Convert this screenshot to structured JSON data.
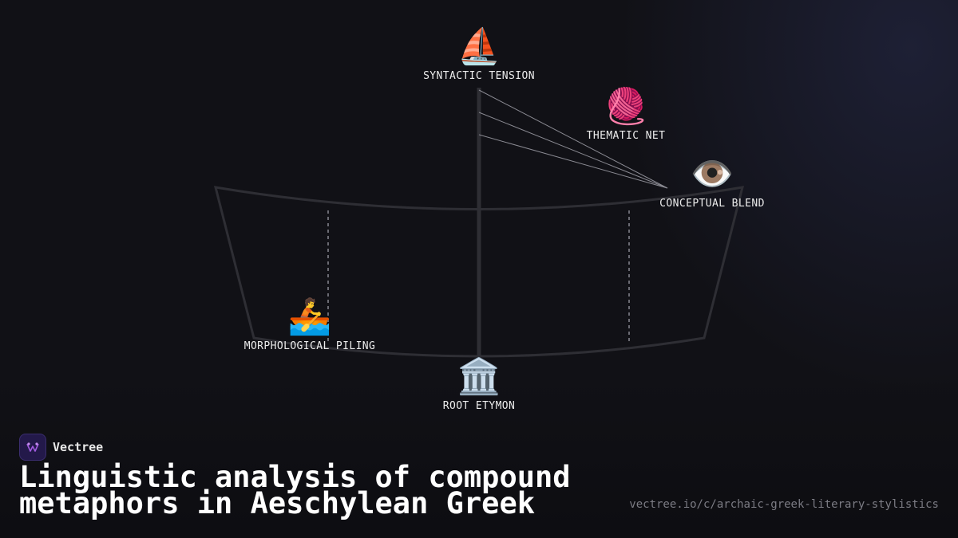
{
  "diagram": {
    "nodes": [
      {
        "id": "syntactic",
        "emoji": "⛵",
        "icon": "sailboat-icon",
        "label": "SYNTACTIC TENSION"
      },
      {
        "id": "thematic",
        "emoji": "🧶",
        "icon": "yarn-icon",
        "label": "THEMATIC NET"
      },
      {
        "id": "conceptual",
        "emoji": "👁️",
        "icon": "eye-icon",
        "label": "CONCEPTUAL BLEND"
      },
      {
        "id": "morphological",
        "emoji": "🚣",
        "icon": "rowboat-icon",
        "label": "MORPHOLOGICAL PILING"
      },
      {
        "id": "root",
        "emoji": "🏛️",
        "icon": "classical-building-icon",
        "label": "ROOT ETYMON"
      }
    ]
  },
  "brand": {
    "name": "Vectree",
    "logo_icon": "vectree-logo-icon"
  },
  "title": "Linguistic analysis of compound metaphors in Aeschylean Greek",
  "url": "vectree.io/c/archaic-greek-literary-stylistics",
  "colors": {
    "background": "#111116",
    "hull_stroke": "#2e2e34",
    "rigging": "#8a8a92",
    "logo_bg": "#23194a",
    "logo_accent": "#a25be0"
  }
}
